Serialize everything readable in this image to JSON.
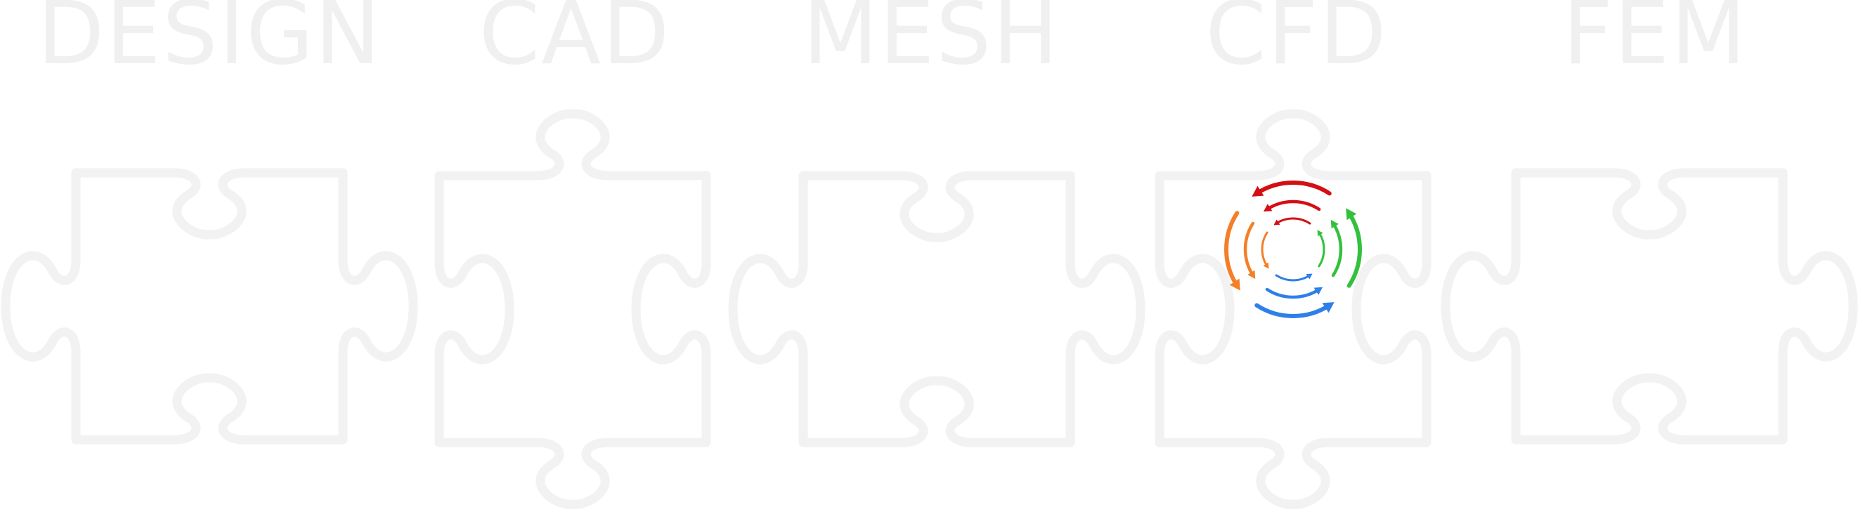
{
  "stages": [
    {
      "label": "DESIGN",
      "shape": "horizontal-tabs"
    },
    {
      "label": "CAD",
      "shape": "vertical-tabs"
    },
    {
      "label": "MESH",
      "shape": "horizontal-tabs"
    },
    {
      "label": "CFD",
      "shape": "vertical-tabs",
      "has_cycle": true
    },
    {
      "label": "FEM",
      "shape": "horizontal-tabs"
    }
  ],
  "colors": {
    "label": "#f0f0f0",
    "piece_outline": "#f2f2f2",
    "cycle_red": "#d40f14",
    "cycle_green": "#33c13d",
    "cycle_blue": "#2f7fe8",
    "cycle_orange": "#f47f28"
  },
  "cycle": {
    "rings": 3,
    "arcs_per_ring": 4,
    "direction": "counter-clockwise"
  }
}
